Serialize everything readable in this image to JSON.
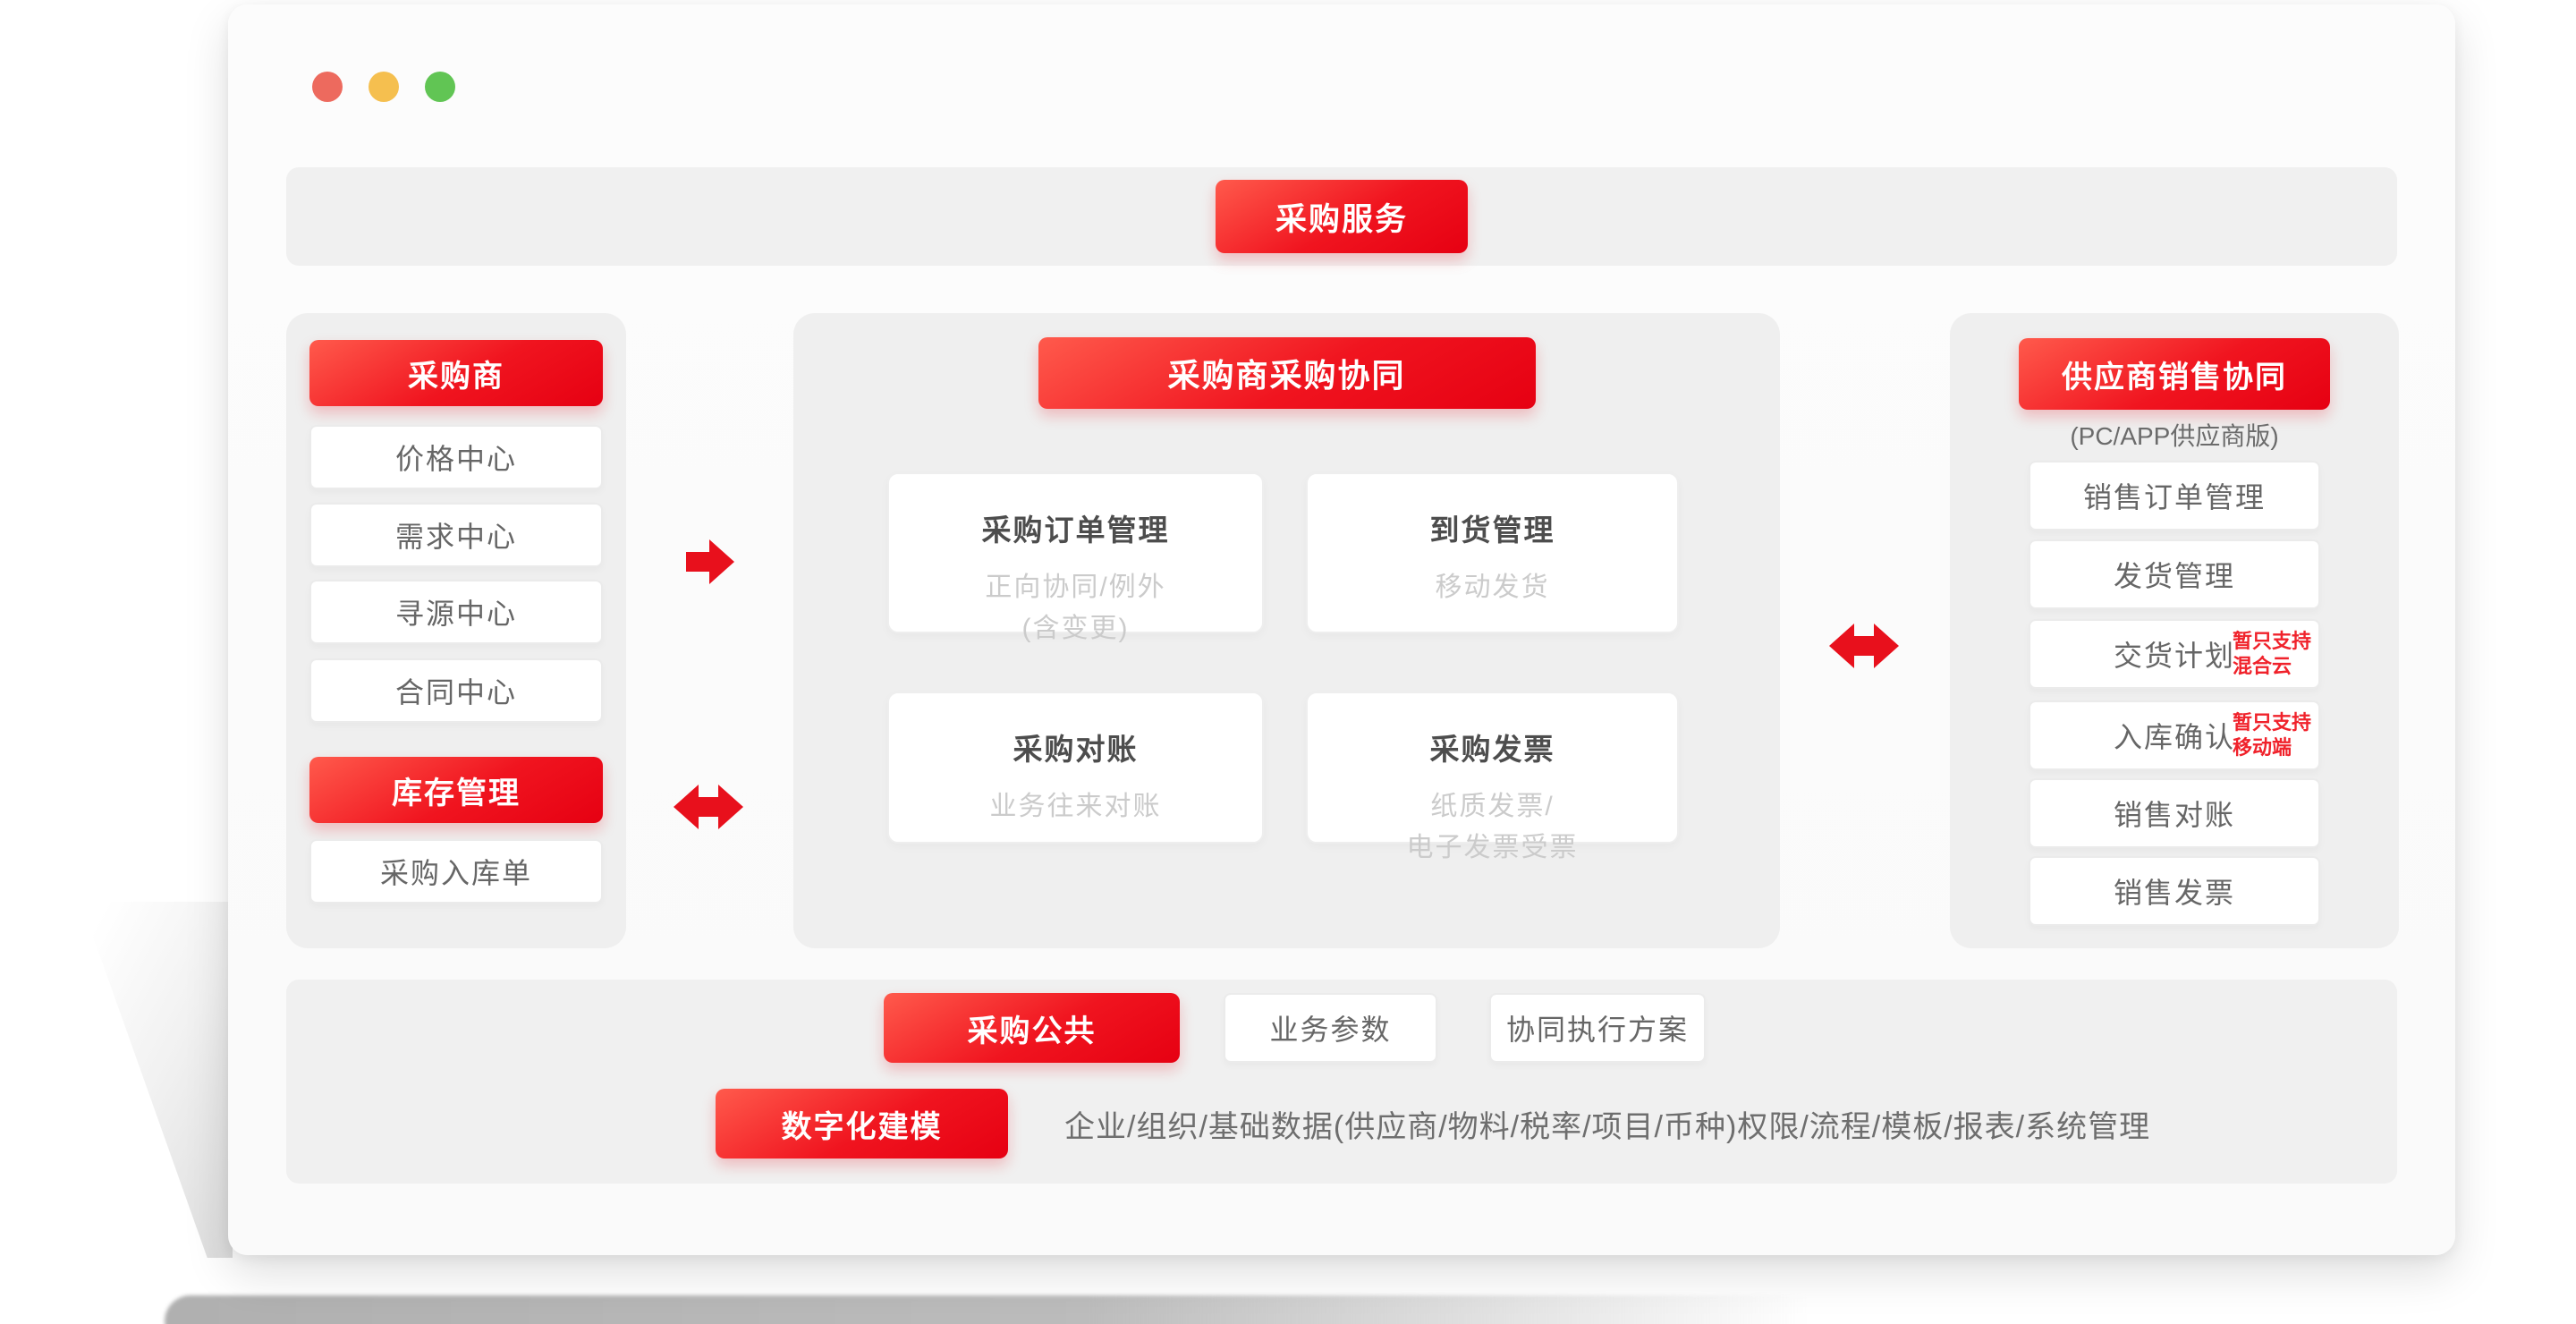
{
  "colors": {
    "accent_red": "#e60012",
    "panel_gray": "#efefef",
    "note_red": "#f0222b"
  },
  "window": {
    "traffic_lights": [
      "close",
      "minimize",
      "zoom"
    ]
  },
  "top_banner": {
    "label": "采购服务"
  },
  "sidebar": {
    "sections": [
      {
        "header": "采购商",
        "items": [
          "价格中心",
          "需求中心",
          "寻源中心",
          "合同中心"
        ]
      },
      {
        "header": "库存管理",
        "items": [
          "采购入库单"
        ]
      }
    ]
  },
  "center_panel": {
    "header": "采购商采购协同",
    "cards": [
      {
        "title": "采购订单管理",
        "subtitle_lines": [
          "正向协同/例外",
          "(含变更)"
        ]
      },
      {
        "title": "到货管理",
        "subtitle_lines": [
          "移动发货"
        ]
      },
      {
        "title": "采购对账",
        "subtitle_lines": [
          "业务往来对账"
        ]
      },
      {
        "title": "采购发票",
        "subtitle_lines": [
          "纸质发票/",
          "电子发票受票"
        ]
      }
    ]
  },
  "right_panel": {
    "header": "供应商销售协同",
    "subtitle": "(PC/APP供应商版)",
    "items": [
      {
        "label": "销售订单管理"
      },
      {
        "label": "发货管理"
      },
      {
        "label": "交货计划",
        "note_lines": [
          "暂只支持",
          "混合云"
        ]
      },
      {
        "label": "入库确认",
        "note_lines": [
          "暂只支持",
          "移动端"
        ]
      },
      {
        "label": "销售对账"
      },
      {
        "label": "销售发票"
      }
    ]
  },
  "bottom_panel": {
    "row1": {
      "primary": "采购公共",
      "items": [
        "业务参数",
        "协同执行方案"
      ]
    },
    "row2": {
      "primary": "数字化建模",
      "description": "企业/组织/基础数据(供应商/物料/税率/项目/币种)权限/流程/模板/报表/系统管理"
    }
  }
}
